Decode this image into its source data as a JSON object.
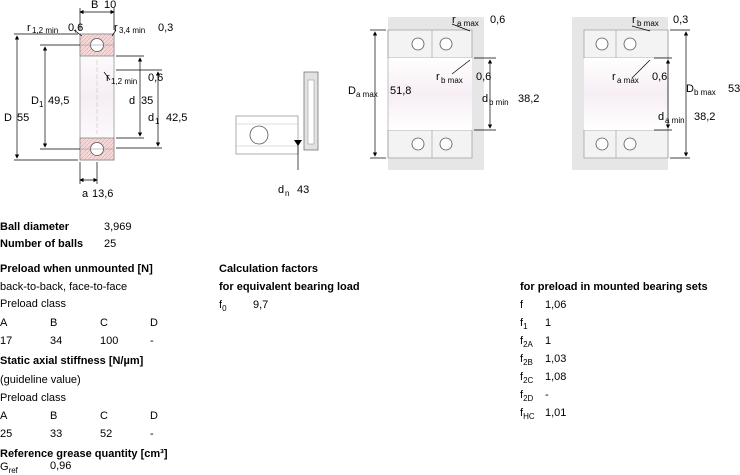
{
  "drawing": {
    "bearing": {
      "B": "B",
      "B_val": "10",
      "r12_top": "r",
      "r12_top_sub": "1,2 min",
      "r12_top_val": "0,6",
      "r34": "r",
      "r34_sub": "3,4 min",
      "r34_val": "0,3",
      "r12_mid": "r",
      "r12_mid_sub": "1,2 min",
      "r12_mid_val": "0,6",
      "D": "D",
      "D_val": "55",
      "D1": "D",
      "D1_sub": "1",
      "D1_val": "49,5",
      "d": "d",
      "d_val": "35",
      "d1": "d",
      "d1_sub": "1",
      "d1_val": "42,5",
      "a": "a",
      "a_val": "13,6"
    },
    "nozzle": {
      "dn": "d",
      "dn_sub": "n",
      "dn_val": "43"
    },
    "housing_a": {
      "ra": "r",
      "ra_sub": "a max",
      "ra_val": "0,6",
      "rb": "r",
      "rb_sub": "b max",
      "rb_val": "0,6",
      "Da": "D",
      "Da_sub": "a max",
      "Da_val": "51,8",
      "db": "d",
      "db_sub": "b min",
      "db_val": "38,2"
    },
    "housing_b": {
      "rb": "r",
      "rb_sub": "b max",
      "rb_val": "0,3",
      "ra": "r",
      "ra_sub": "a max",
      "ra_val": "0,6",
      "Db": "D",
      "Db_sub": "b max",
      "Db_val": "53",
      "da": "d",
      "da_sub": "a min",
      "da_val": "38,2"
    }
  },
  "balls": {
    "diameter_label": "Ball diameter",
    "diameter_value": "3,969",
    "count_label": "Number of balls",
    "count_value": "25"
  },
  "preload": {
    "heading": "Preload when unmounted [N]",
    "arrangement": "back-to-back, face-to-face",
    "class_label": "Preload class",
    "classes": [
      "A",
      "B",
      "C",
      "D"
    ],
    "values": [
      "17",
      "34",
      "100",
      "-"
    ]
  },
  "stiffness": {
    "heading": "Static axial stiffness [N/µm]",
    "note": "(guideline value)",
    "class_label": "Preload class",
    "classes": [
      "A",
      "B",
      "C",
      "D"
    ],
    "values": [
      "25",
      "33",
      "52",
      "-"
    ]
  },
  "grease": {
    "heading": "Reference grease quantity [cm³]",
    "sym": "G",
    "sym_sub": "ref",
    "value": "0,96"
  },
  "calc": {
    "heading": "Calculation factors",
    "equiv_heading": "for equivalent bearing load",
    "f0_sym": "f",
    "f0_sub": "0",
    "f0_val": "9,7"
  },
  "mounted": {
    "heading": "for preload in mounted bearing sets",
    "rows": [
      {
        "sym": "f",
        "sub": "",
        "val": "1,06"
      },
      {
        "sym": "f",
        "sub": "1",
        "val": "1"
      },
      {
        "sym": "f",
        "sub": "2A",
        "val": "1"
      },
      {
        "sym": "f",
        "sub": "2B",
        "val": "1,03"
      },
      {
        "sym": "f",
        "sub": "2C",
        "val": "1,08"
      },
      {
        "sym": "f",
        "sub": "2D",
        "val": "-"
      },
      {
        "sym": "f",
        "sub": "HC",
        "val": "1,01"
      }
    ]
  }
}
